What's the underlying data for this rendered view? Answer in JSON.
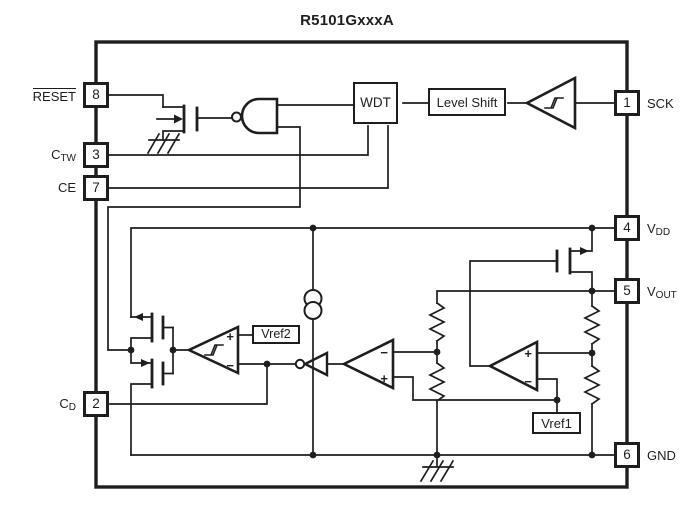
{
  "title": "R5101GxxxA",
  "colors": {
    "ink": "#1e1e1e",
    "background": "#ffffff"
  },
  "pins": {
    "left": [
      {
        "number": "8",
        "label_main": "RESET",
        "label_sub": "",
        "overline": true
      },
      {
        "number": "3",
        "label_main": "C",
        "label_sub": "TW",
        "overline": false
      },
      {
        "number": "7",
        "label_main": "CE",
        "label_sub": "",
        "overline": false
      },
      {
        "number": "2",
        "label_main": "C",
        "label_sub": "D",
        "overline": false
      }
    ],
    "right": [
      {
        "number": "1",
        "label_main": "SCK",
        "label_sub": "",
        "overline": false
      },
      {
        "number": "4",
        "label_main": "V",
        "label_sub": "DD",
        "overline": false
      },
      {
        "number": "5",
        "label_main": "V",
        "label_sub": "OUT",
        "overline": false
      },
      {
        "number": "6",
        "label_main": "GND",
        "label_sub": "",
        "overline": false
      }
    ]
  },
  "blocks": {
    "wdt": "WDT",
    "level_shift": "Level Shift",
    "vref1": "Vref1",
    "vref2": "Vref2"
  },
  "signs": {
    "plus": "+",
    "minus": "−"
  }
}
